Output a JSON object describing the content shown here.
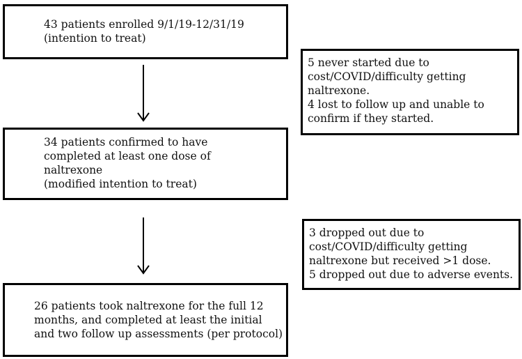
{
  "diagram": {
    "enrolled_box": {
      "lines": [
        "43 patients enrolled 9/1/19-12/31/19",
        "(intention to treat)"
      ]
    },
    "excluded_box": {
      "lines": [
        "5 never started due to",
        "cost/COVID/difficulty getting",
        "naltrexone.",
        "4 lost to follow up and unable to",
        "confirm if they started."
      ]
    },
    "modified_itt_box": {
      "lines": [
        "34 patients confirmed to have",
        "completed at least one dose of",
        "naltrexone",
        "(modified intention to treat)"
      ]
    },
    "dropped_box": {
      "lines": [
        "3 dropped out due to",
        "cost/COVID/difficulty getting",
        "naltrexone but received >1 dose.",
        "5 dropped out due to adverse events."
      ]
    },
    "per_protocol_box": {
      "lines": [
        "26 patients took naltrexone for the full 12",
        "months, and completed at least the initial",
        "and two follow up assessments (per protocol)"
      ]
    }
  },
  "colors": {
    "border": "#000000",
    "text": "#111111",
    "background": "#ffffff"
  }
}
